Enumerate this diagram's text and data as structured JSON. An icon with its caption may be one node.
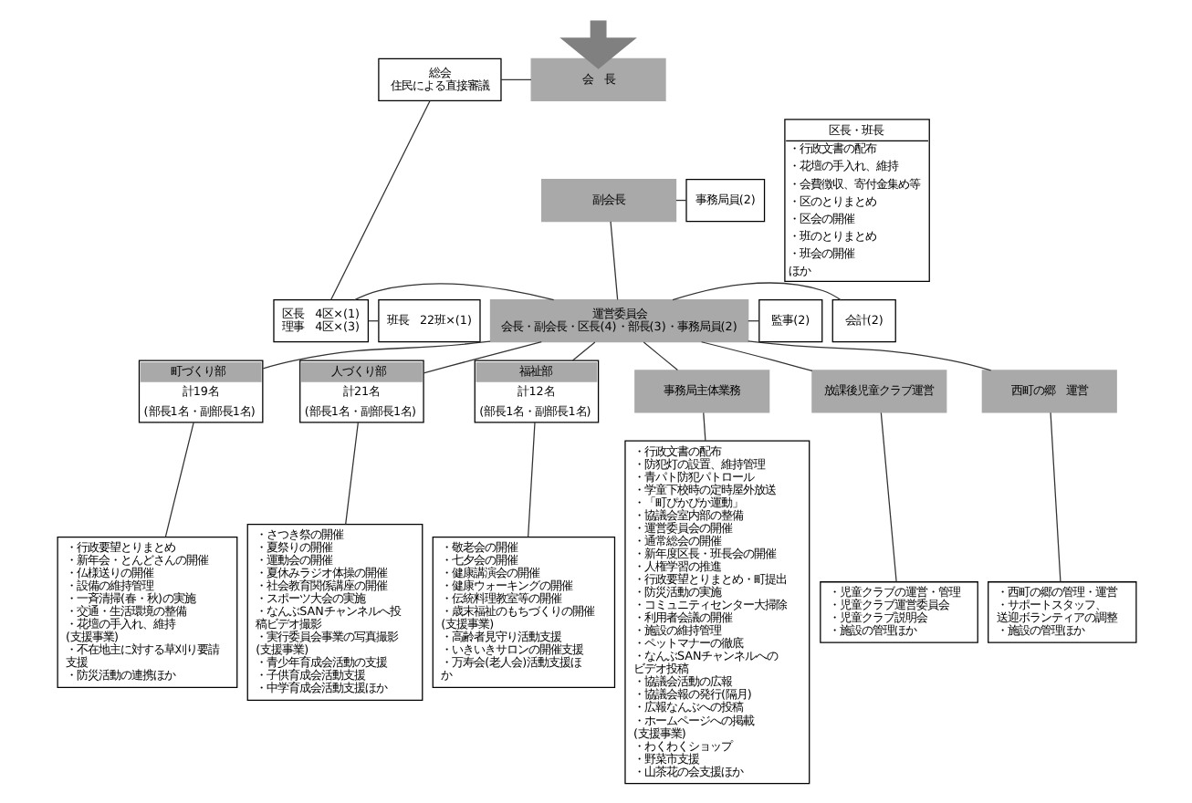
{
  "diagram": {
    "nodes": [
      {
        "text": [
          "総会",
          "住民による直接審議"
        ]
      },
      {
        "text": [
          "会　長"
        ]
      },
      {
        "text": [
          "副会長"
        ]
      },
      {
        "text": [
          "事務局員(2)"
        ]
      },
      {
        "text": [
          "区長　4区×(1)",
          "理事　4区×(3)"
        ]
      },
      {
        "text": [
          "運営委員会",
          "会長・副会長・区長(4)・部長(3)・事務局員(2)"
        ]
      },
      {
        "text": [
          "班長　22班×(1)"
        ]
      },
      {
        "text": [
          "会計(2)"
        ]
      },
      {
        "text": [
          "監事(2)"
        ]
      },
      {
        "text": [
          "区長・班長",
          "・行政文書の配布",
          "・花壇の手入れ、維持",
          "・会費徴収、寄付金集め等",
          "・区のとりまとめ",
          "・区会の開催",
          "・班のとりまとめ",
          "・班会の開催",
          "ほか"
        ]
      },
      {
        "text": [
          "町づくり部",
          "計19名",
          "(部長1名・副部長1名)"
        ]
      },
      {
        "text": [
          "・行政要望とりまとめ",
          "・新年会・とんどさんの開催",
          "・仏様送りの開催",
          "・設備の維持管理",
          "・一斉清掃(春・秋)の実施",
          "・交通・生活環境の整備",
          "・花壇の手入れ、維持",
          "(支援事業)",
          "・不在地主に対する草刈り要請支援",
          "・防災活動の連携ほか"
        ]
      },
      {
        "text": [
          "人づくり部",
          "計21名",
          "(部長1名・副部長1名)"
        ]
      },
      {
        "text": [
          "・さつき祭の開催",
          "・夏祭りの開催",
          "・運動会の開催",
          "・夏休みラジオ体操の開催",
          "・社会教育関係講座の開催",
          "・スポーツ大会の実施",
          "・なんぶSANチャンネルへ投稿ビデオ撮影",
          "・実行委員会事業の写真撮影",
          "(支援事業)",
          "・青少年育成会活動の支援",
          "・子供育成会活動支援",
          "・中学育成会活動支援ほか"
        ]
      },
      {
        "text": [
          "福祉部",
          "計12名",
          "(部長1名・副部長1名)"
        ]
      },
      {
        "text": [
          "・敬老会の開催",
          "・七夕会の開催",
          "・健康講演会の開催",
          "・健康ウォーキングの開催",
          "・伝統料理教室等の開催",
          "・歳末福祉のもちづくりの開催",
          "(支援事業)",
          "・高齢者見守り活動支援",
          "・いきいきサロンの開催支援",
          "・万寿会(老人会)活動支援ほか"
        ]
      },
      {
        "text": [
          "事務局主体業務"
        ]
      },
      {
        "text": [
          "・行政文書の配布",
          "・防犯灯の設置、維持管理",
          "・青パト防犯パトロール",
          "・学童下校時の定時屋外放送",
          "・「町ぴかぴか運動」",
          "・協議会室内部の整備",
          "・運営委員会の開催",
          "・通常総会の開催",
          "・新年度区長・班長会の開催",
          "・人権学習の推進",
          "・行政要望とりまとめ・町提出",
          "・防災活動の実施",
          "・コミュニティセンター大掃除・利用者会議の開催",
          "・施設の維持管理",
          "・ペットマナーの徹底",
          "・なんぶSANチャンネルへのビデオ投稿",
          "・協議会活動の広報",
          "・協議会報の発行(隔月)",
          "・広報なんぶへの投稿",
          "・ホームページへの掲載",
          "(支援事業)",
          "・わくわくショップ",
          "・野菜市支援",
          "・山茶花の会支援ほか"
        ]
      },
      {
        "text": [
          "放課後児童クラブ運営"
        ]
      },
      {
        "text": [
          "・児童クラブの運営・管理",
          "・児童クラブ運営委員会",
          "・児童クラブ説明会",
          "・施設の管理ほか"
        ]
      },
      {
        "text": [
          "西町の郷　運営"
        ]
      },
      {
        "text": [
          "・西町の郷の管理・運営",
          "・サポートスタッフ、送迎ボランティアの調整",
          "・施設の管理ほか"
        ]
      }
    ],
    "edges": [
      {
        "from": null,
        "to": 1,
        "arrow": "to",
        "style": "thick",
        "color": "#808080"
      },
      {
        "from": 0,
        "to": 1,
        "arrow": "none"
      },
      {
        "from": 0,
        "to": 4,
        "arrow": "none"
      },
      {
        "from": 4,
        "to": 5,
        "arrow": "none"
      },
      {
        "from": 4,
        "to": 6,
        "arrow": "none"
      },
      {
        "from": 2,
        "to": 3,
        "arrow": "none"
      },
      {
        "from": 2,
        "to": 5,
        "arrow": "none"
      },
      {
        "from": 5,
        "to": 7,
        "arrow": "none"
      },
      {
        "from": 5,
        "to": 8,
        "arrow": "none"
      },
      {
        "from": 5,
        "to": 10,
        "arrow": "none"
      },
      {
        "from": 5,
        "to": 12,
        "arrow": "none"
      },
      {
        "from": 5,
        "to": 14,
        "arrow": "none"
      },
      {
        "from": 5,
        "to": 16,
        "arrow": "none"
      },
      {
        "from": 5,
        "to": 18,
        "arrow": "none"
      },
      {
        "from": 5,
        "to": 20,
        "arrow": "none"
      },
      {
        "from": 10,
        "to": 11,
        "arrow": "none"
      },
      {
        "from": 12,
        "to": 13,
        "arrow": "none"
      },
      {
        "from": 14,
        "to": 15,
        "arrow": "none"
      },
      {
        "from": 16,
        "to": 17,
        "arrow": "none"
      },
      {
        "from": 18,
        "to": 19,
        "arrow": "none"
      },
      {
        "from": 20,
        "to": 21,
        "arrow": "none"
      }
    ]
  }
}
